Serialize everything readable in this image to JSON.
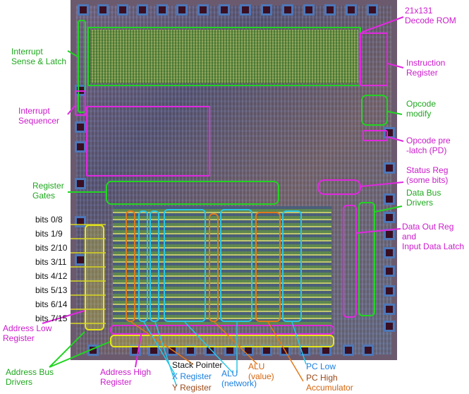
{
  "labels": {
    "rom": "21x131\nDecode ROM",
    "interrupt_sense": "Interrupt\nSense & Latch",
    "instruction_register": "Instruction\nRegister",
    "interrupt_sequencer": "Interrupt\nSequencer",
    "opcode_modify": "Opcode\nmodify",
    "opcode_prelatch": "Opcode pre\n-latch (PD)",
    "status_reg": "Status Reg\n(some bits)",
    "register_gates": "Register\nGates",
    "data_bus_drivers": "Data Bus\nDrivers",
    "data_out_reg": "Data Out Reg\nand\nInput Data Latch",
    "bits": [
      "bits 0/8",
      "bits 1/9",
      "bits 2/10",
      "bits 3/11",
      "bits 4/12",
      "bits 5/13",
      "bits 6/14",
      "bits 7/15"
    ],
    "address_low": "Address Low\nRegister",
    "address_bus": "Address Bus\nDrivers",
    "address_high": "Address High\nRegister",
    "stack_pointer": "Stack Pointer",
    "x_register": "X Register",
    "y_register": "Y Register",
    "alu_network": "ALU\n(network)",
    "alu_value": "ALU\n(value)",
    "pc_low": "PC Low",
    "pc_high": "PC High",
    "accumulator": "Accumulator"
  },
  "colors": {
    "green": "#1fa81f",
    "magenta": "#cc1bcc",
    "cyan": "#29c6e6",
    "orange": "#e07a1a",
    "yellow": "#e6e61a",
    "blue_text": "#1a7fe0"
  }
}
